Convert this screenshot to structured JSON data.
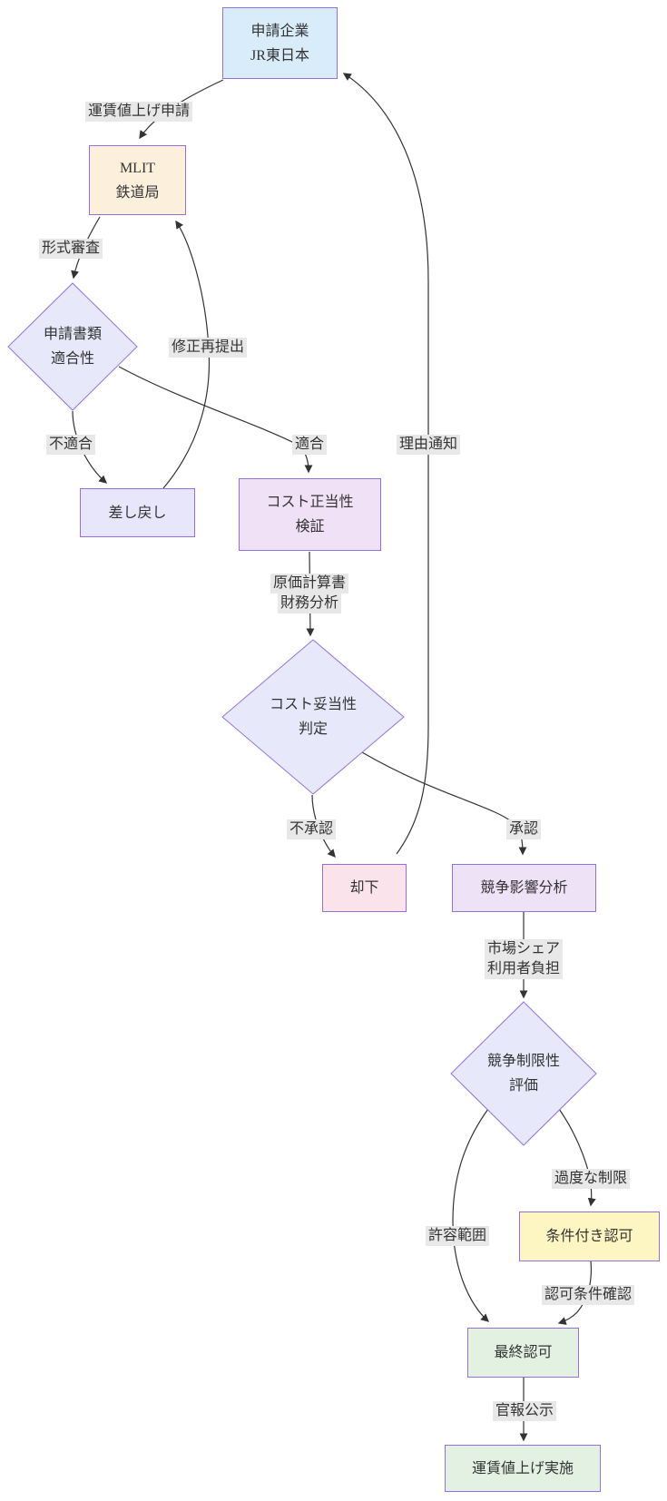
{
  "nodes": {
    "applicant": {
      "line1": "申請企業",
      "line2": "JR東日本"
    },
    "mlit": {
      "line1": "MLIT",
      "line2": "鉄道局"
    },
    "doc_conformity": {
      "line1": "申請書類",
      "line2": "適合性"
    },
    "send_back": {
      "label": "差し戻し"
    },
    "cost_verification": {
      "line1": "コスト正当性",
      "line2": "検証"
    },
    "cost_judgment": {
      "line1": "コスト妥当性",
      "line2": "判定"
    },
    "rejection": {
      "label": "却下"
    },
    "competition_analysis": {
      "label": "競争影響分析"
    },
    "competition_eval": {
      "line1": "競争制限性",
      "line2": "評価"
    },
    "conditional_approval": {
      "label": "条件付き認可"
    },
    "final_approval": {
      "label": "最終認可"
    },
    "implementation": {
      "label": "運賃値上げ実施"
    }
  },
  "edge_labels": {
    "apply": "運賃値上げ申請",
    "formal_review": "形式審査",
    "nonconforming": "不適合",
    "resubmit": "修正再提出",
    "conforming": "適合",
    "cost_docs_line1": "原価計算書",
    "cost_docs_line2": "財務分析",
    "not_approved": "不承認",
    "approved": "承認",
    "reason_notice": "理由通知",
    "market_line1": "市場シェア",
    "market_line2": "利用者負担",
    "allowable": "許容範囲",
    "excessive": "過度な制限",
    "condition_check": "認可条件確認",
    "gazette": "官報公示"
  },
  "edges": [
    {
      "from": "applicant",
      "to": "mlit",
      "label_key": "apply"
    },
    {
      "from": "mlit",
      "to": "doc_conformity",
      "label_key": "formal_review"
    },
    {
      "from": "doc_conformity",
      "to": "send_back",
      "label_key": "nonconforming"
    },
    {
      "from": "send_back",
      "to": "mlit",
      "label_key": "resubmit"
    },
    {
      "from": "doc_conformity",
      "to": "cost_verification",
      "label_key": "conforming"
    },
    {
      "from": "cost_verification",
      "to": "cost_judgment",
      "label_key": "cost_docs_line1 / cost_docs_line2"
    },
    {
      "from": "cost_judgment",
      "to": "rejection",
      "label_key": "not_approved"
    },
    {
      "from": "cost_judgment",
      "to": "competition_analysis",
      "label_key": "approved"
    },
    {
      "from": "rejection",
      "to": "applicant",
      "label_key": "reason_notice"
    },
    {
      "from": "competition_analysis",
      "to": "competition_eval",
      "label_key": "market_line1 / market_line2"
    },
    {
      "from": "competition_eval",
      "to": "final_approval",
      "label_key": "allowable"
    },
    {
      "from": "competition_eval",
      "to": "conditional_approval",
      "label_key": "excessive"
    },
    {
      "from": "conditional_approval",
      "to": "final_approval",
      "label_key": "condition_check"
    },
    {
      "from": "final_approval",
      "to": "implementation",
      "label_key": "gazette"
    }
  ],
  "colors": {
    "applicant_fill": "#d8ecf9",
    "mlit_fill": "#fcf0dc",
    "decision_fill": "#e8e8fb",
    "send_back_fill": "#e7e6fa",
    "cost_verification_fill": "#f0e1f6",
    "rejection_fill": "#fbe3ec",
    "competition_analysis_fill": "#eee2f6",
    "conditional_approval_fill": "#fdf6c2",
    "approval_fill": "#e3f1e3",
    "node_border": "#9370db",
    "edge_stroke": "#333333",
    "edge_label_bg": "#e8e8e8",
    "text": "#333333"
  }
}
